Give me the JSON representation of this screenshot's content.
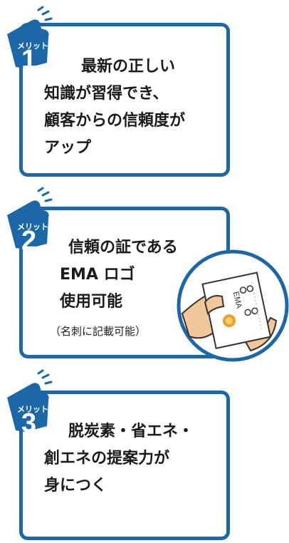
{
  "colors": {
    "accent": "#1b67a7",
    "text": "#1a1a1a"
  },
  "merits": [
    {
      "badge_label": "メリット",
      "number": "1",
      "lines": [
        "　最新の正しい",
        "知識が習得でき、",
        "顧客からの信頼度が",
        "アップ"
      ]
    },
    {
      "badge_label": "メリット",
      "number": "2",
      "lines": [
        "　信頼の証である",
        "EMA ロゴ",
        "使用可能"
      ],
      "note": "（名刺に記載可能）"
    },
    {
      "badge_label": "メリット",
      "number": "3",
      "lines": [
        "　脱炭素・省エネ・",
        "創エネの提案力が",
        "身につく"
      ]
    }
  ],
  "card_image": {
    "icon": "business-card-in-hand-icon",
    "card_text": "EMA"
  }
}
